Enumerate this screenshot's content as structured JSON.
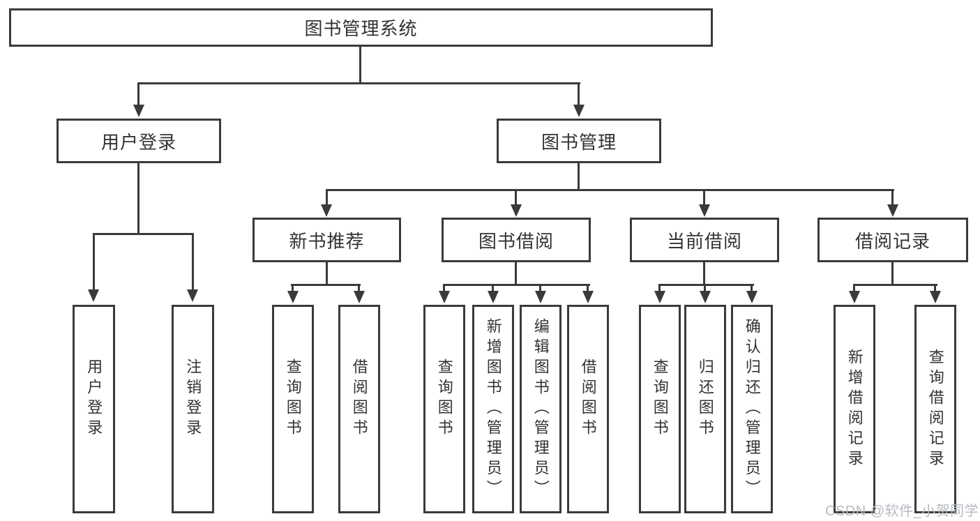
{
  "diagram": {
    "root": {
      "label": "图书管理系统"
    },
    "branches": [
      {
        "label": "用户登录",
        "children": [
          {
            "label": "用户登录"
          },
          {
            "label": "注销登录"
          }
        ]
      },
      {
        "label": "图书管理",
        "children": [
          {
            "label": "新书推荐",
            "children": [
              {
                "label": "查询图书"
              },
              {
                "label": "借阅图书"
              }
            ]
          },
          {
            "label": "图书借阅",
            "children": [
              {
                "label": "查询图书"
              },
              {
                "label": "新增图书（管理员）"
              },
              {
                "label": "编辑图书（管理员）"
              },
              {
                "label": "借阅图书"
              }
            ]
          },
          {
            "label": "当前借阅",
            "children": [
              {
                "label": "查询图书"
              },
              {
                "label": "归还图书"
              },
              {
                "label": "确认归还（管理员）"
              }
            ]
          },
          {
            "label": "借阅记录",
            "children": [
              {
                "label": "新增借阅记录"
              },
              {
                "label": "查询借阅记录"
              }
            ]
          }
        ]
      }
    ]
  },
  "watermark": {
    "text": "CSDN @软件_小贺同学",
    "color": "#b6bac0"
  },
  "colors": {
    "line": "#3a3a3a",
    "text": "#333333",
    "background": "#ffffff"
  }
}
